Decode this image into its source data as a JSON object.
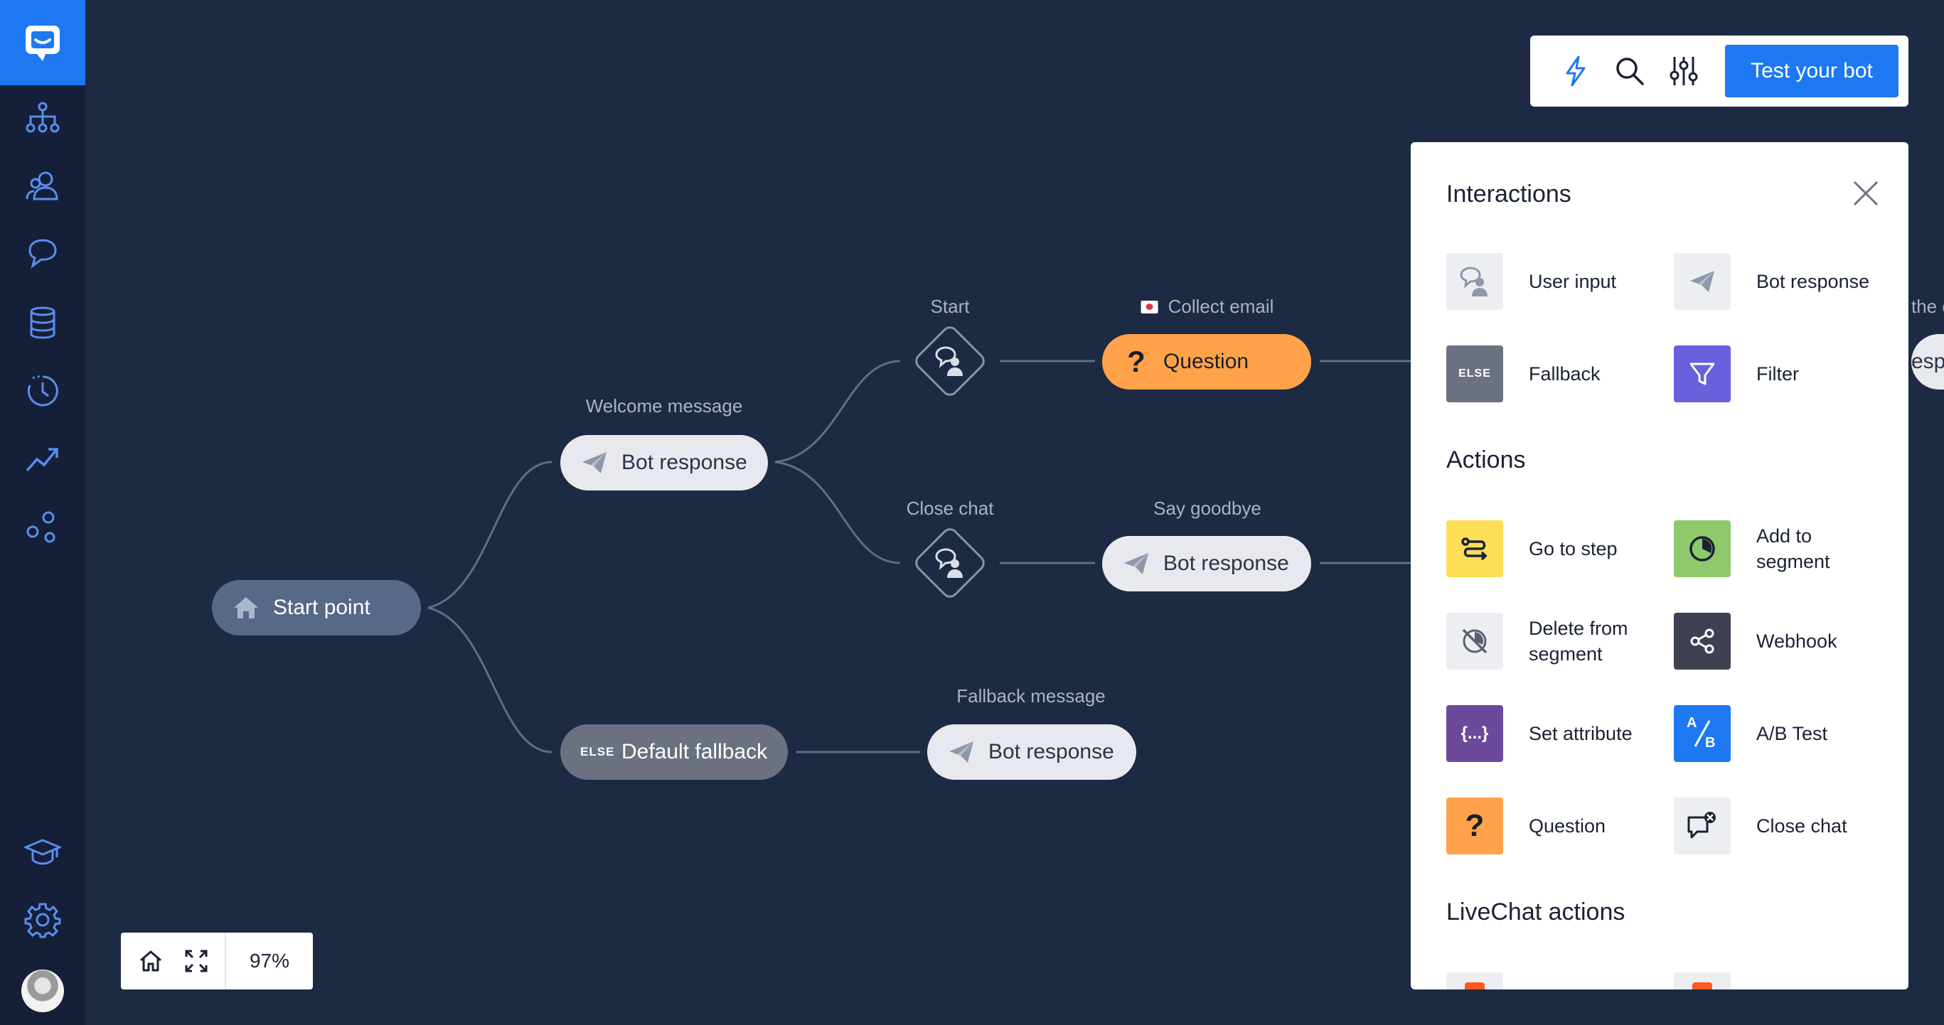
{
  "sidebar": {
    "items": [
      {
        "icon": "flow-icon"
      },
      {
        "icon": "users-icon"
      },
      {
        "icon": "chat-bubble-icon"
      },
      {
        "icon": "database-icon"
      },
      {
        "icon": "history-icon"
      },
      {
        "icon": "trending-icon"
      },
      {
        "icon": "integrations-icon"
      },
      {
        "icon": "graduation-cap-icon"
      },
      {
        "icon": "gear-icon"
      }
    ]
  },
  "toolbar": {
    "test_label": "Test your bot"
  },
  "flow": {
    "start_point": "Start point",
    "default_fallback": "Default fallback",
    "else_tag": "ELSE",
    "welcome_label": "Welcome message",
    "welcome_node": "Bot response",
    "start_label": "Start",
    "close_chat_label": "Close chat",
    "collect_email_label": "Collect email",
    "question_node": "Question",
    "say_goodbye_label": "Say goodbye",
    "goodbye_node": "Bot response",
    "fallback_label": "Fallback message",
    "fallback_node": "Bot response",
    "peek_label": "the c",
    "peek_node": "espo"
  },
  "panel": {
    "interactions_title": "Interactions",
    "actions_title": "Actions",
    "livechat_title": "LiveChat actions",
    "interactions": [
      {
        "label": "User input"
      },
      {
        "label": "Bot response"
      },
      {
        "label": "Fallback",
        "tag": "ELSE"
      },
      {
        "label": "Filter"
      }
    ],
    "actions": [
      {
        "label": "Go to step"
      },
      {
        "label": "Add to segment"
      },
      {
        "label": "Delete from segment"
      },
      {
        "label": "Webhook"
      },
      {
        "label": "Set attribute",
        "tag": "{...}"
      },
      {
        "label": "A/B Test",
        "tag_top": "A",
        "tag_bottom": "B"
      },
      {
        "label": "Question",
        "tag": "?"
      },
      {
        "label": "Close chat"
      }
    ]
  },
  "zoom": {
    "level": "97%"
  },
  "colors": {
    "canvas": "#1c2a43",
    "sidebar": "#152038",
    "accent": "#1d78f2",
    "question": "#ffa24a",
    "go_to_step": "#ffde57",
    "add_to_segment": "#8ec96b",
    "filter": "#6a5fdc",
    "webhook": "#3d4152",
    "set_attribute": "#6b4a9c"
  }
}
